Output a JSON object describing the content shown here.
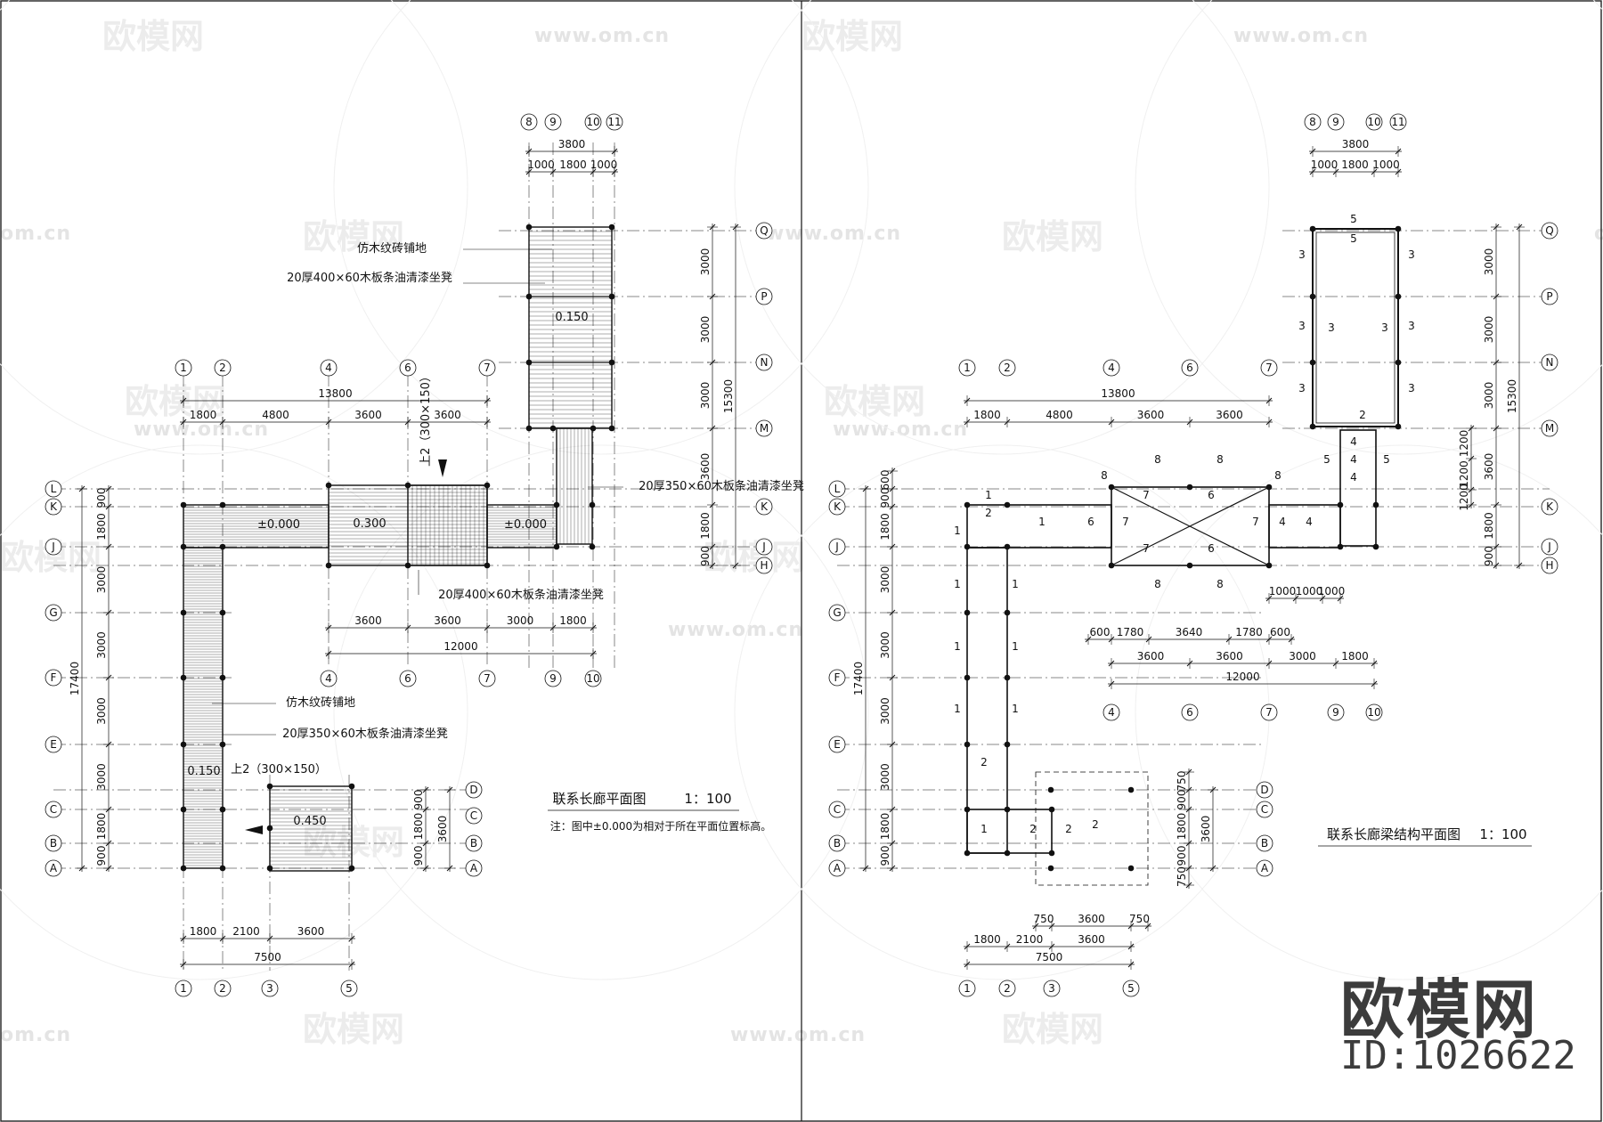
{
  "watermark": {
    "brand": "欧模网",
    "url": "www.om.cn",
    "url_short": "om.cn"
  },
  "logo": {
    "brand": "欧模网",
    "id": "ID:1026622"
  },
  "left_plan": {
    "title": "联系长廊平面图",
    "scale": "1：100",
    "note": "注：图中±0.000为相对于所在平面位置标高。",
    "labels": {
      "floor_tile": "仿木纹砖铺地",
      "bench_400": "20厚400×60木板条油清漆坐凳",
      "bench_350": "20厚350×60木板条油清漆坐凳",
      "bench_400_b": "20厚400×60木板条油清漆坐凳",
      "floor_tile_b": "仿木纹砖铺地",
      "bench_350_b": "20厚350×60木板条油清漆坐凳",
      "stair_up": "上2（300×150）",
      "stair_up_b": "上2（300×150）"
    },
    "levels": {
      "tower": "0.150",
      "left_arm": "±0.000",
      "middle": "0.300",
      "right_arm": "±0.000",
      "bottom_left": "0.150",
      "bottom_pav": "0.450"
    }
  },
  "right_plan": {
    "title": "联系长廊梁结构平面图",
    "scale": "1：100"
  },
  "dims": {
    "top_cols": [
      "8",
      "9",
      "10",
      "11"
    ],
    "top_total": "3800",
    "top_parts": [
      "1000",
      "1800",
      "1000"
    ],
    "mid_cols": [
      "1",
      "2",
      "4",
      "6",
      "7"
    ],
    "mid_total": "13800",
    "mid_parts": [
      "1800",
      "4800",
      "3600",
      "3600"
    ],
    "low_parts": [
      "3600",
      "3600",
      "3000",
      "1800"
    ],
    "low_total": "12000",
    "low_cols": [
      "4",
      "6",
      "7",
      "9",
      "10"
    ],
    "bot_parts": [
      "1800",
      "2100",
      "3600"
    ],
    "bot_total": "7500",
    "bot_cols": [
      "1",
      "2",
      "3",
      "5"
    ],
    "rows": [
      "Q",
      "P",
      "N",
      "M",
      "K",
      "J",
      "H",
      "L",
      "K",
      "J",
      "G",
      "F",
      "E",
      "C",
      "B",
      "A",
      "D",
      "C",
      "B",
      "A"
    ],
    "right_vert": [
      "3000",
      "3000",
      "3000",
      "3600",
      "1800",
      "900"
    ],
    "right_total": "15300",
    "left_vert": [
      "900",
      "1800",
      "3000",
      "3000",
      "3000",
      "3000",
      "1800",
      "900"
    ],
    "left_total": "17400",
    "pav_vert": [
      "900",
      "1800",
      "900"
    ],
    "pav_total": "3600",
    "struct_extra": [
      "1000",
      "1000",
      "1000"
    ],
    "struct_extra2": [
      "600",
      "1780",
      "3640",
      "1780",
      "600"
    ],
    "struct_pav": [
      "750",
      "3600",
      "750"
    ],
    "struct_side": [
      "1200",
      "1200",
      "1200"
    ],
    "struct_left_top": "600",
    "struct_right_bot": "600",
    "beam_marks": [
      "1",
      "2",
      "3",
      "4",
      "5",
      "6",
      "7",
      "8"
    ]
  }
}
